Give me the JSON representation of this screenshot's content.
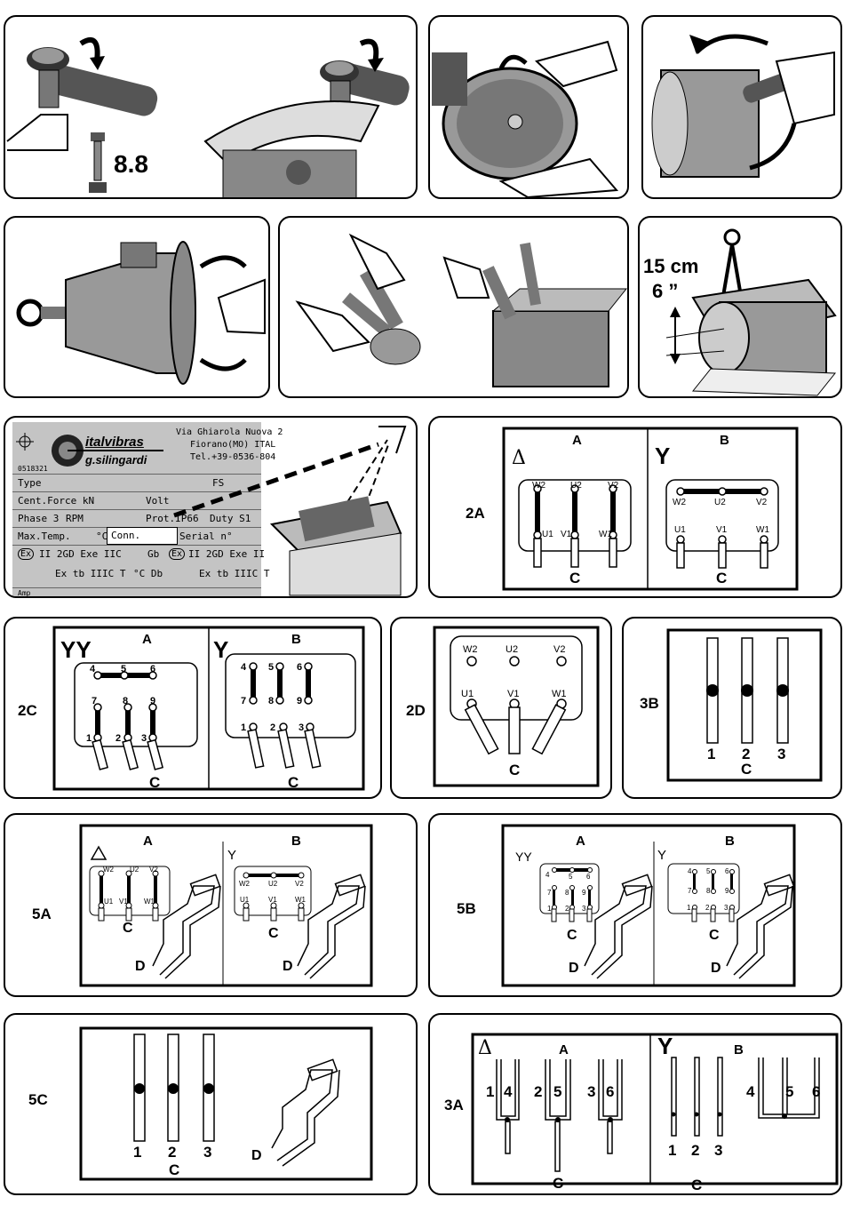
{
  "panel1": {
    "bolt_grade": "8.8"
  },
  "panel6": {
    "dim_cm": "15 cm",
    "dim_in": "6 ”"
  },
  "nameplate": {
    "serial_code": "0518321",
    "brand_top": "italvibras",
    "brand_bottom": "g.silingardi",
    "address_1": "Via Ghiarola Nuova 2",
    "address_2": "Fiorano(MO) ITAL",
    "address_3": "Tel.+39-0536-804",
    "type": "Type",
    "fs": "FS",
    "cent_force": "Cent.Force kN",
    "volt": "Volt",
    "phase": "Phase 3",
    "rpm": "RPM",
    "prot": "Prot.IP66",
    "duty": "Duty S1",
    "max_temp": "Max.Temp.",
    "deg": "°C",
    "conn": "Conn.",
    "serial_no": "Serial n°",
    "ex": "Ex",
    "atex_1": "II 2GD Exe IIC",
    "gb": "Gb",
    "atex_2": "Ex tb IIIC T",
    "db": "°C Db",
    "atex_1b": "II 2GD Exe II",
    "atex_2b": "Ex tb IIIC T",
    "amp": "Amp"
  },
  "d2A": {
    "label": "2A",
    "A": "A",
    "B": "B",
    "delta": "Δ",
    "Y": "Y",
    "C": "C",
    "top": [
      "W2",
      "U2",
      "V2"
    ],
    "bottom": [
      "U1",
      "V1",
      "W1"
    ]
  },
  "d2C": {
    "label": "2C",
    "A": "A",
    "B": "B",
    "YY": "YY",
    "Y": "Y",
    "C": "C",
    "row1": [
      "4",
      "5",
      "6"
    ],
    "row2": [
      "7",
      "8",
      "9"
    ],
    "row3": [
      "1",
      "2",
      "3"
    ]
  },
  "d2D": {
    "label": "2D",
    "C": "C",
    "top": [
      "W2",
      "U2",
      "V2"
    ],
    "bottom": [
      "U1",
      "V1",
      "W1"
    ]
  },
  "d3B": {
    "label": "3B",
    "nums": [
      "1",
      "2",
      "3"
    ],
    "C": "C"
  },
  "d5A": {
    "label": "5A",
    "A": "A",
    "B": "B",
    "Y": "Y",
    "C": "C",
    "D": "D",
    "top": [
      "W2",
      "U2",
      "V2"
    ],
    "bottom": [
      "U1",
      "V1",
      "W1"
    ]
  },
  "d5B": {
    "label": "5B",
    "A": "A",
    "B": "B",
    "YY": "YY",
    "Y": "Y",
    "C": "C",
    "D": "D",
    "row1": [
      "4",
      "5",
      "6"
    ],
    "row2": [
      "7",
      "8",
      "9"
    ],
    "row3": [
      "1",
      "2",
      "3"
    ]
  },
  "d5C": {
    "label": "5C",
    "nums": [
      "1",
      "2",
      "3"
    ],
    "C": "C",
    "D": "D"
  },
  "d3A": {
    "label": "3A",
    "A": "A",
    "B": "B",
    "delta": "Δ",
    "Y": "Y",
    "C": "C",
    "leftA": [
      "1",
      "2",
      "3"
    ],
    "rightA": [
      "4",
      "5",
      "6"
    ],
    "numsB": [
      "1",
      "2",
      "3"
    ],
    "nums456": [
      "4",
      "5",
      "6"
    ]
  }
}
